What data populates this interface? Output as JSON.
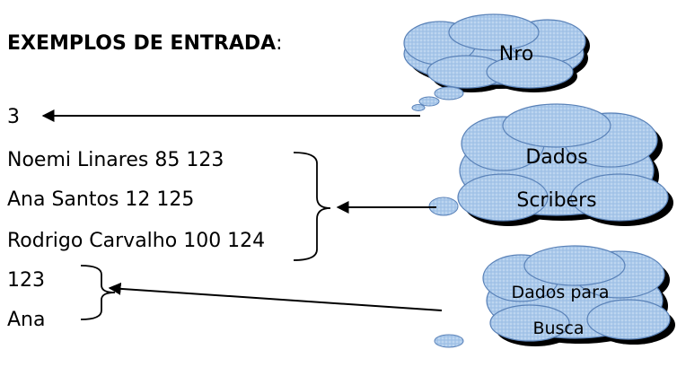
{
  "heading": {
    "bold": "EXEMPLOS DE ENTRADA",
    "suffix": ":"
  },
  "input_lines": [
    "3",
    "Noemi Linares 85 123",
    "Ana Santos 12 125",
    "Rodrigo Carvalho 100 124",
    "123",
    "Ana"
  ],
  "clouds": {
    "nro": {
      "label": "Nro"
    },
    "scribers": {
      "line1": "Dados",
      "line2": "Scribers"
    },
    "busca": {
      "line1": "Dados para",
      "line2": "Busca"
    }
  },
  "colors": {
    "cloud_fill": "#a9c8ea",
    "cloud_light": "#d6e6f7",
    "cloud_stroke": "#5a82b8",
    "shadow": "#000000"
  }
}
